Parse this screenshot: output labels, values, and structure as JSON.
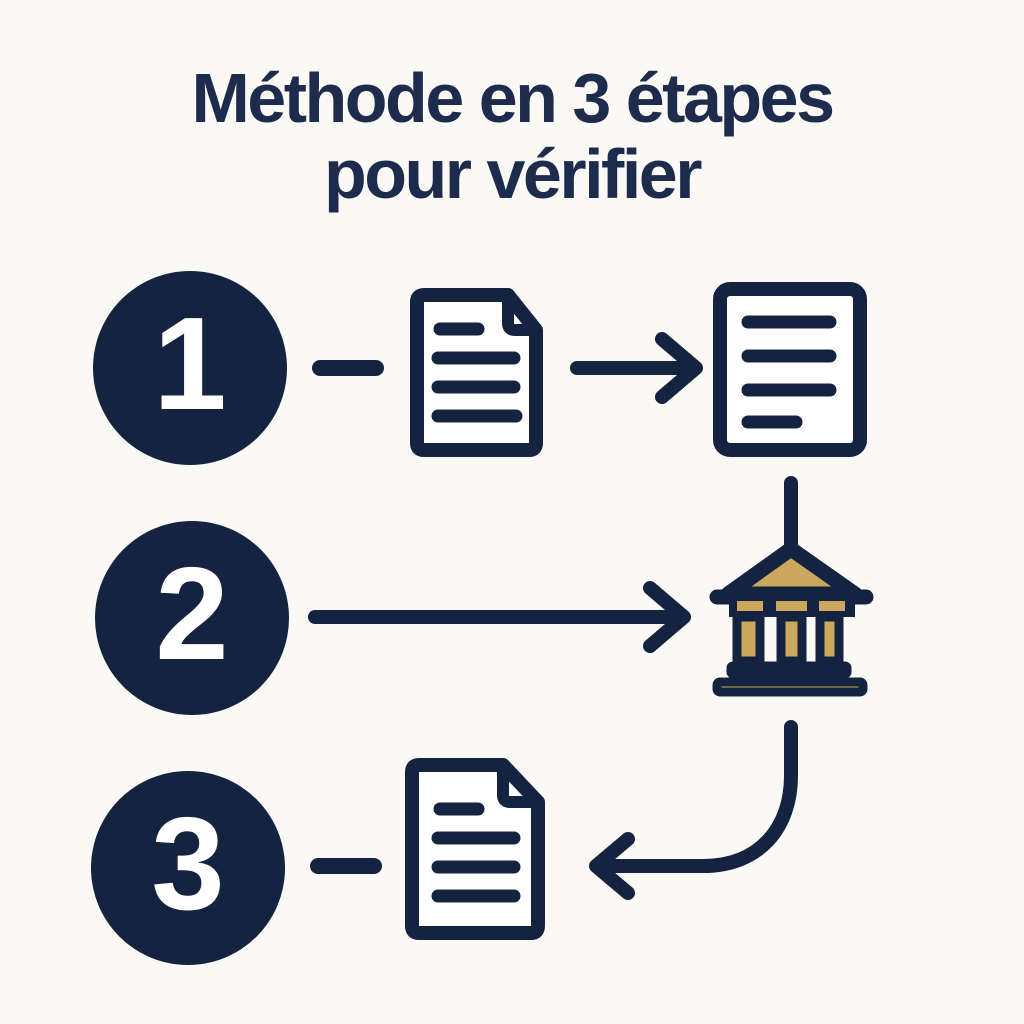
{
  "title": {
    "line1": "Méthode en 3 étapes",
    "line2": "pour vérifier"
  },
  "steps": [
    {
      "number": "1",
      "source_icon": "document-icon",
      "target_icon": "document-icon"
    },
    {
      "number": "2",
      "target_icon": "bank-building-icon"
    },
    {
      "number": "3",
      "result_icon": "document-icon"
    }
  ],
  "icons": {
    "document": "document-icon",
    "bank": "bank-building-icon",
    "arrow": "arrow-right-icon",
    "curved_arrow": "curved-arrow-left-icon"
  },
  "colors": {
    "navy": "#14233F",
    "title_navy": "#1D2B4D",
    "gold": "#CBA85E",
    "background": "#FBF9F5",
    "document_fill": "#FFFFFF",
    "step_number": "#FFFFFF"
  }
}
